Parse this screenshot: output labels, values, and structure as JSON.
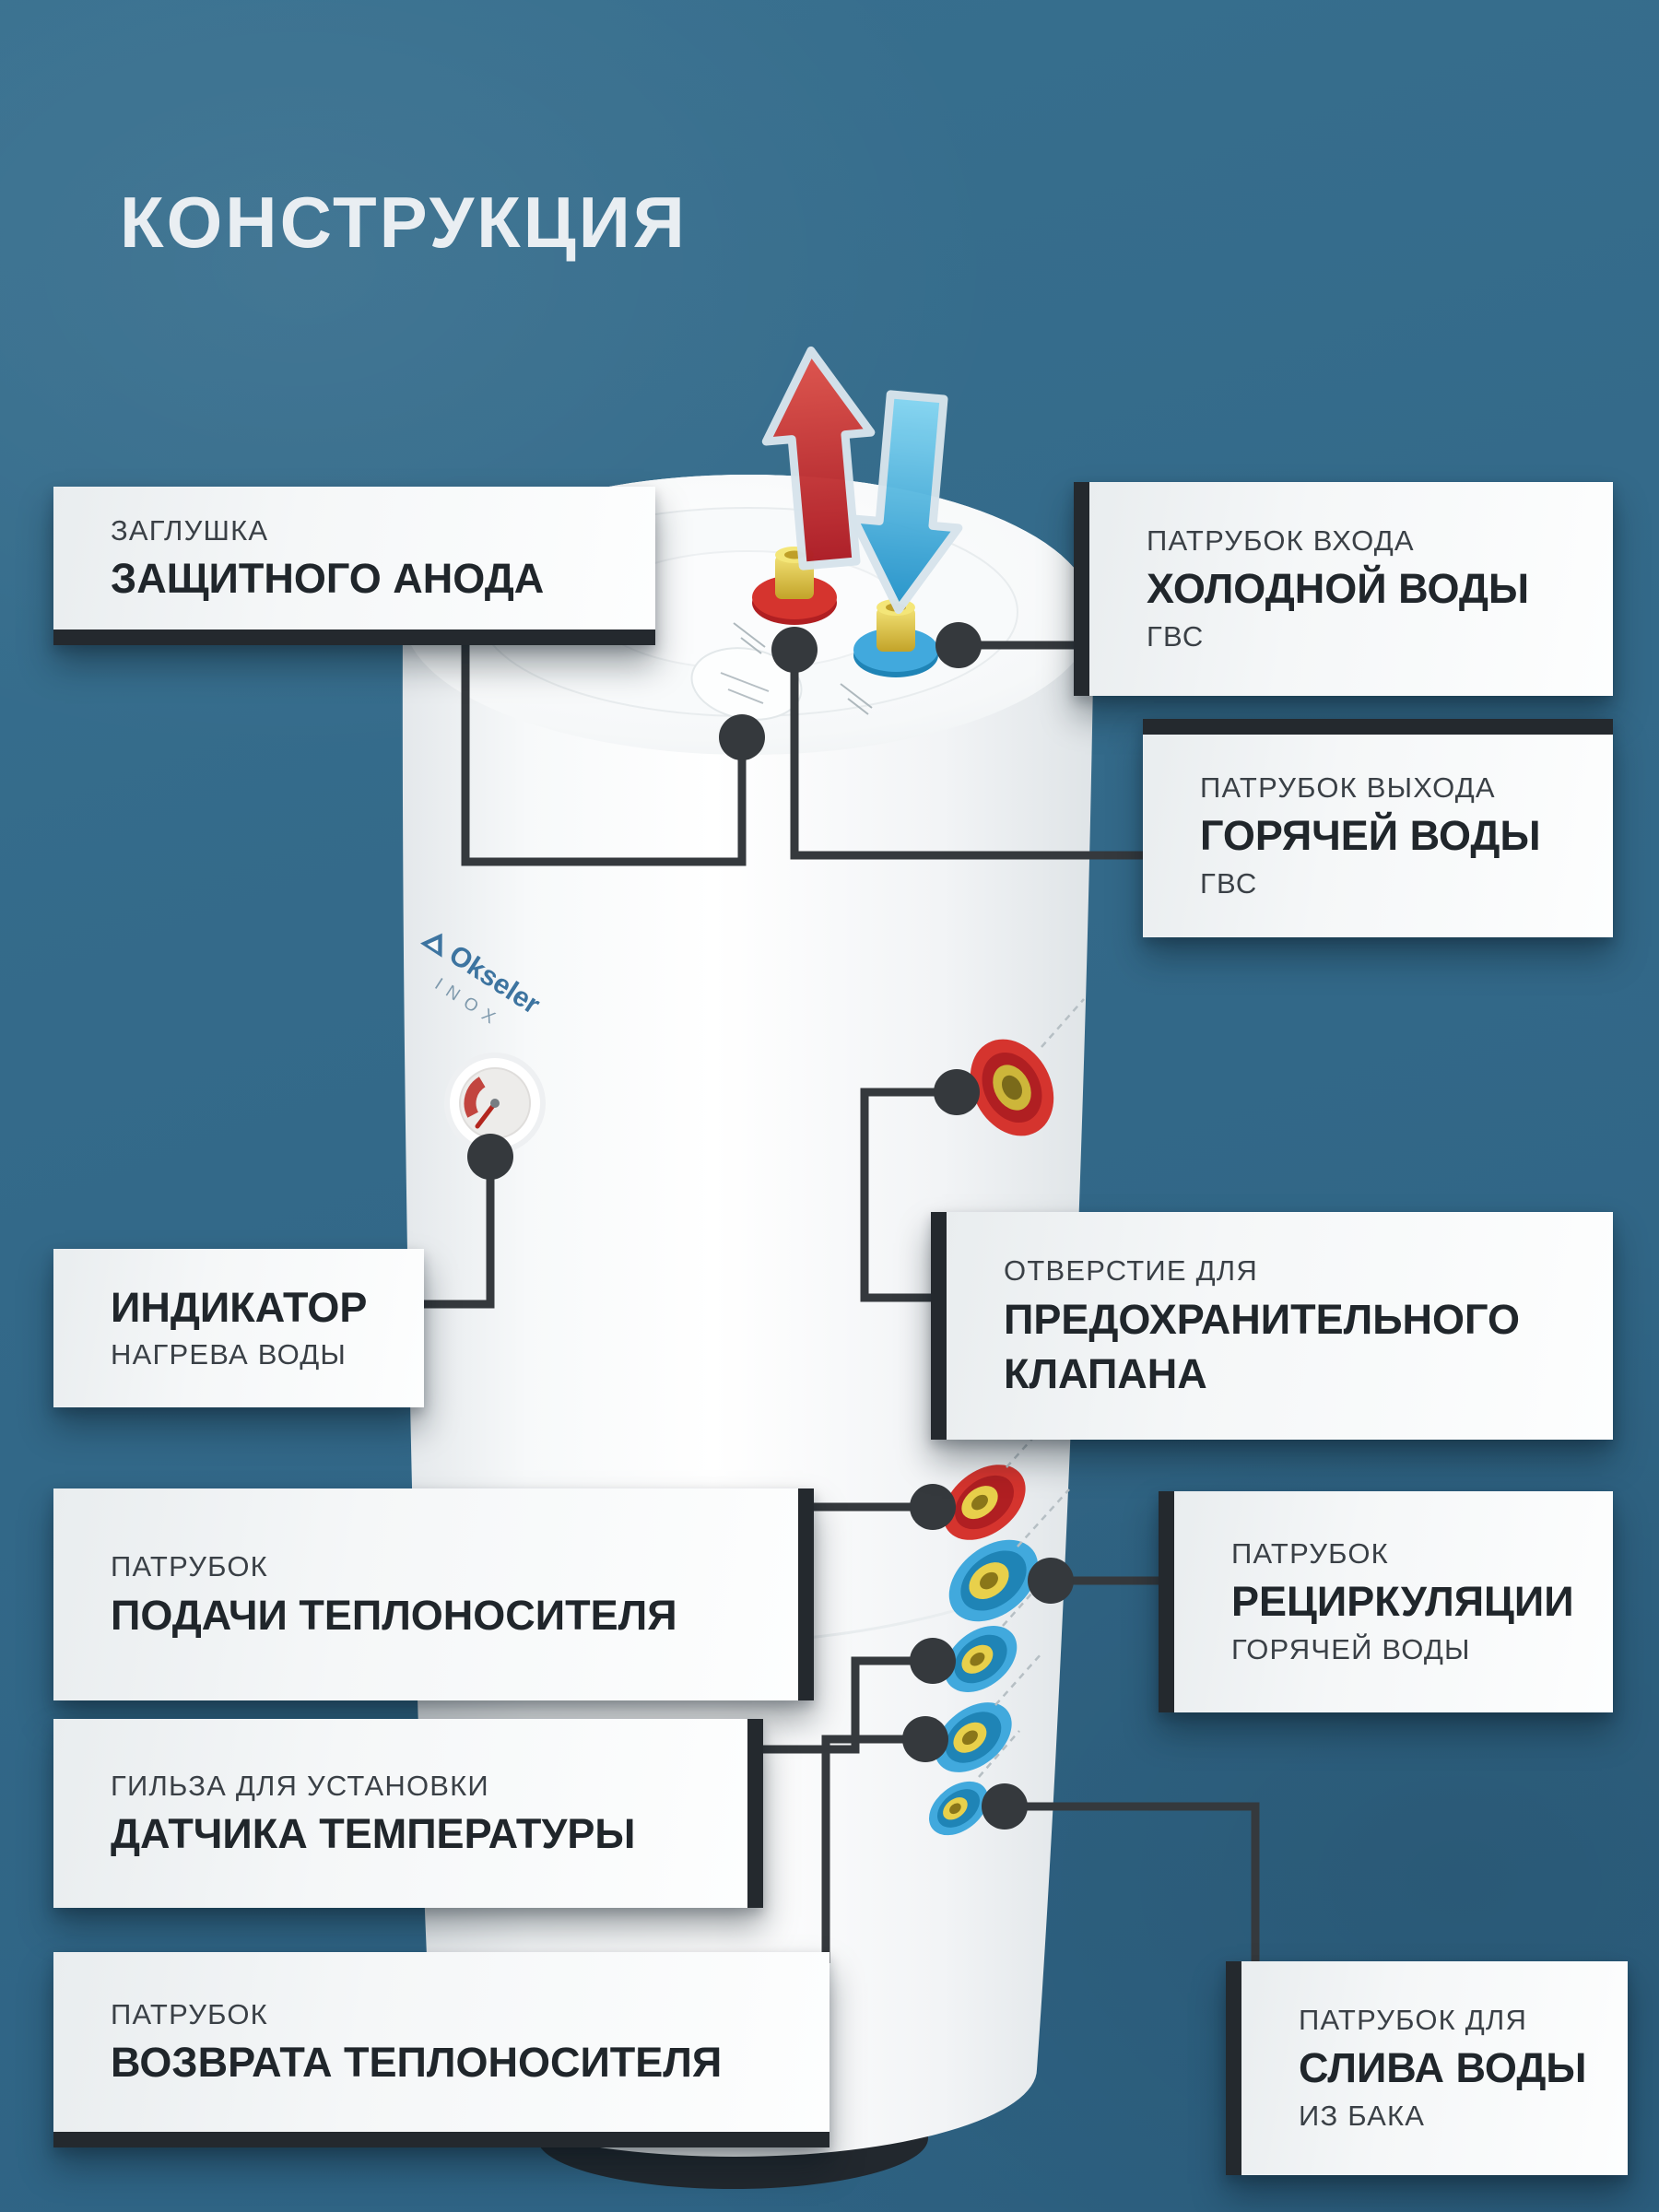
{
  "title": "КОНСТРУКЦИЯ",
  "brand": {
    "name": "Okseler",
    "sub": "INOX"
  },
  "colors": {
    "background": "#33688a",
    "box_white": "#f5f7f8",
    "accent_dark": "#24292e",
    "callout_line": "#35393d",
    "hot_red": "#c8242e",
    "cold_blue": "#45b5e6",
    "port_yellow": "#e6ce49",
    "brand_blue": "#3d74a0"
  },
  "labels": {
    "anode": {
      "top": "ЗАГЛУШКА",
      "main": "ЗАЩИТНОГО АНОДА"
    },
    "cold_inlet": {
      "top": "ПАТРУБОК ВХОДА",
      "main": "ХОЛОДНОЙ ВОДЫ",
      "sub": "ГВС"
    },
    "hot_outlet": {
      "top": "ПАТРУБОК ВЫХОДА",
      "main": "ГОРЯЧЕЙ ВОДЫ",
      "sub": "ГВС"
    },
    "indicator": {
      "main": "ИНДИКАТОР",
      "sub": "НАГРЕВА ВОДЫ"
    },
    "safety_valve": {
      "top": "ОТВЕРСТИЕ ДЛЯ",
      "main": "ПРЕДОХРАНИТЕЛЬНОГО",
      "main2": "КЛАПАНА"
    },
    "supply": {
      "top": "ПАТРУБОК",
      "main": "ПОДАЧИ ТЕПЛОНОСИТЕЛЯ"
    },
    "recirculation": {
      "top": "ПАТРУБОК",
      "main": "РЕЦИРКУЛЯЦИИ",
      "sub": "ГОРЯЧЕЙ ВОДЫ"
    },
    "sensor_sleeve": {
      "top": "ГИЛЬЗА ДЛЯ УСТАНОВКИ",
      "main": "ДАТЧИКА ТЕМПЕРАТУРЫ"
    },
    "return": {
      "top": "ПАТРУБОК",
      "main": "ВОЗВРАТА ТЕПЛОНОСИТЕЛЯ"
    },
    "drain": {
      "top": "ПАТРУБОК ДЛЯ",
      "main": "СЛИВА ВОДЫ",
      "sub": "ИЗ БАКА"
    }
  },
  "illustration": {
    "arrow_up_icon": "hot-water-out-arrow",
    "arrow_down_icon": "cold-water-in-arrow",
    "gauge_icon": "temperature-gauge",
    "ports": [
      "hot-outlet-top-port",
      "cold-inlet-top-port",
      "anode-plug-cap",
      "safety-valve-port",
      "heating-supply-port",
      "recirculation-port",
      "sensor-sleeve-port",
      "heating-return-port",
      "drain-port"
    ]
  }
}
